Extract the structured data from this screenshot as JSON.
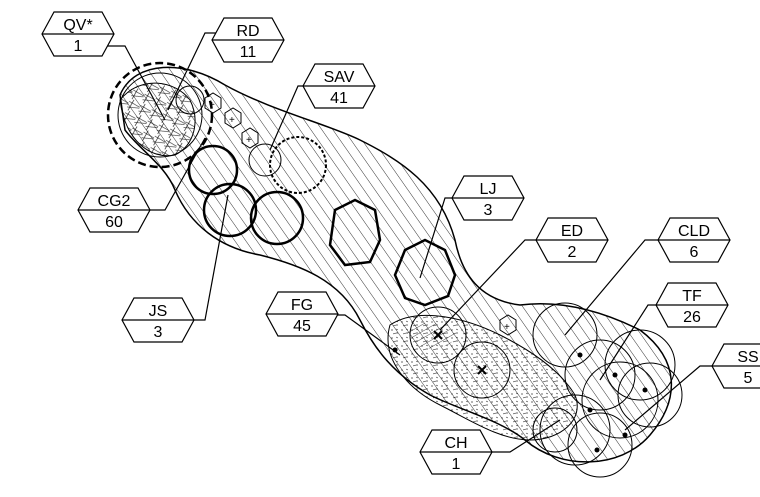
{
  "colors": {
    "ink": "#000000",
    "paper": "#ffffff"
  },
  "tags": [
    {
      "code": "QV*",
      "count": "1"
    },
    {
      "code": "RD",
      "count": "11"
    },
    {
      "code": "SAV",
      "count": "41"
    },
    {
      "code": "CG2",
      "count": "60"
    },
    {
      "code": "LJ",
      "count": "3"
    },
    {
      "code": "ED",
      "count": "2"
    },
    {
      "code": "CLD",
      "count": "6"
    },
    {
      "code": "TF",
      "count": "26"
    },
    {
      "code": "SS",
      "count": "5"
    },
    {
      "code": "JS",
      "count": "3"
    },
    {
      "code": "FG",
      "count": "45"
    },
    {
      "code": "CH",
      "count": "1"
    }
  ]
}
